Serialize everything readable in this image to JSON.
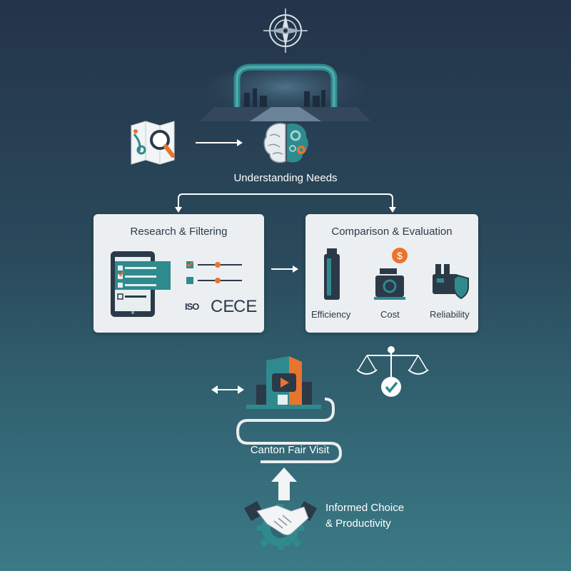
{
  "steps": {
    "understanding": "Understanding Needs",
    "research": "Research & Filtering",
    "comparison": "Comparison & Evaluation",
    "canton": "Canton Fair Visit",
    "informed_line1": "Informed Choice",
    "informed_line2": "& Productivity"
  },
  "research": {
    "cert1": "ISO",
    "cert2": "CE",
    "cert3": "CE"
  },
  "criteria": [
    {
      "label": "Efficiency",
      "icon": "machine-icon"
    },
    {
      "label": "Cost",
      "icon": "dollar-icon"
    },
    {
      "label": "Reliability",
      "icon": "shield-icon"
    }
  ],
  "colors": {
    "teal": "#2f8a8e",
    "orange": "#e8742e",
    "card": "#eceff1",
    "dark": "#2b3a48"
  }
}
